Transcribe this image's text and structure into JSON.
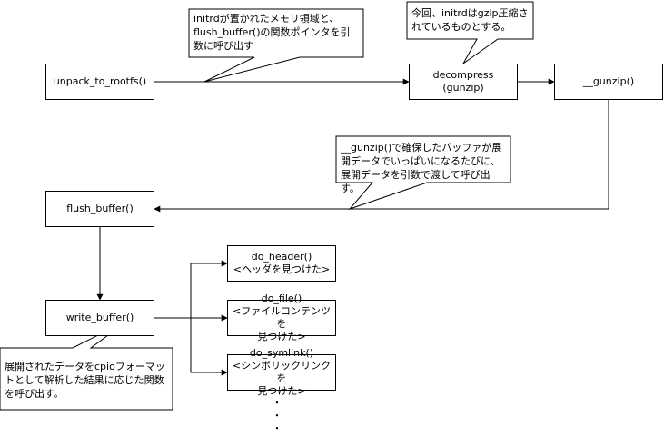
{
  "nodes": {
    "unpack": "unpack_to_rootfs()",
    "decompress": "decompress\n(gunzip)",
    "gunzip": "__gunzip()",
    "flush": "flush_buffer()",
    "write": "write_buffer()",
    "do_header": "do_header()\n<ヘッダを見つけた>",
    "do_file": "do_file()\n<ファイルコンテンツを\n見つけた>",
    "do_symlink": "do_symlink()\n<シンボリックリンクを\n見つけた>"
  },
  "callouts": {
    "initrd_region": "initrdが置かれたメモリ領域と、flush_buffer()の関数ポインタを引数に呼び出す",
    "gzip": "今回、initrdはgzip圧縮されているものとする。",
    "gunzip_buffer": "__gunzip()で確保したバッファが展開データでいっぱいになるたびに、展開データを引数で渡して呼び出す。",
    "cpio_parse": "展開されたデータをcpioフォーマットとして解析した結果に応じた関数を呼び出す。"
  },
  "continuation": "・\n・\n・",
  "colors": {
    "stroke": "#000000",
    "fill": "#ffffff"
  }
}
